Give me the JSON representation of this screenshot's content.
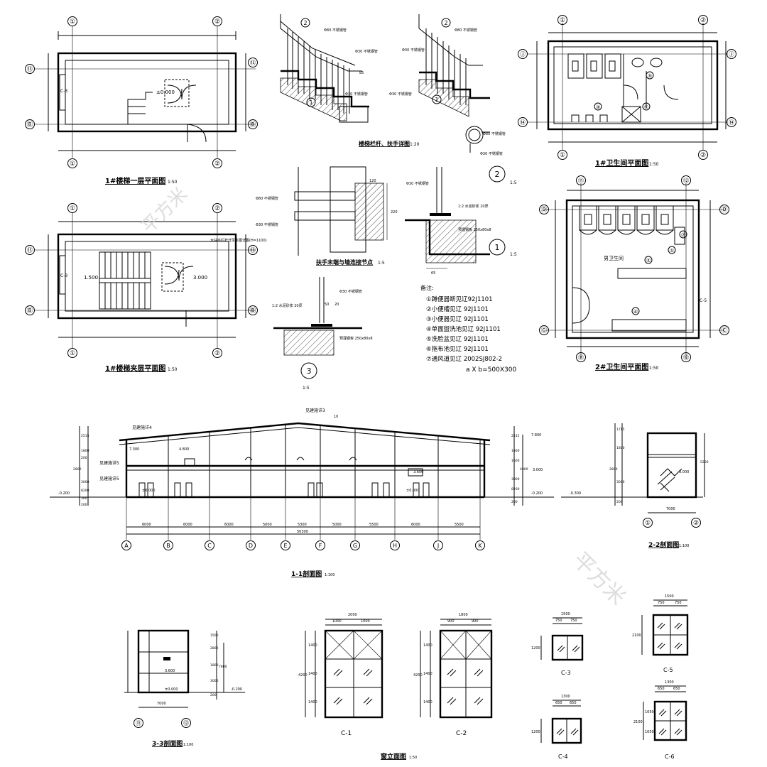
{
  "watermark": "平方米",
  "plans": {
    "stair_ground": {
      "title": "1#楼梯一层平面图",
      "scale": "1:50",
      "axis_top": [
        "①",
        "②"
      ],
      "axis_side": [
        "⑬",
        "Ⓑ"
      ],
      "level": "±0.000",
      "tag": "C-3"
    },
    "stair_mezz": {
      "title": "1#楼梯夹层平面图",
      "scale": "1:50",
      "axis_top": [
        "①",
        "②"
      ],
      "axis_side": [
        "⑬",
        "Ⓑ"
      ],
      "levels": [
        "1.500",
        "3.000"
      ],
      "note": "木扶手栏杆详见本图详图(H=1100)",
      "tag": "C-3"
    },
    "wc1": {
      "title": "1#卫生间平面图",
      "scale": "1:50",
      "axis_top": [
        "①",
        "②"
      ],
      "axis_side": [
        "Ⓙ",
        "⑭"
      ],
      "callouts": [
        "⑤",
        "③",
        "⑥"
      ]
    },
    "wc2": {
      "title": "2#卫生间平面图",
      "scale": "1:50",
      "axis_top": [
        "⑪",
        "⑫"
      ],
      "axis_side": [
        "Ⓓ",
        "Ⓒ"
      ],
      "room": "男卫生间",
      "callouts": [
        "①",
        "②",
        "④",
        "⑦"
      ],
      "tag": "C-5"
    }
  },
  "details": {
    "railing_title": "楼梯栏杆、扶手详图",
    "railing_scale": "1:20",
    "railing_labels": [
      "Φ80 不锈钢管",
      "Φ30 不锈钢管",
      "Φ30 不锈钢管",
      "Φ80 不锈钢管",
      "Φ30 不锈钢管",
      "Φ30 不锈钢管"
    ],
    "railing_mark": "85",
    "handrail_section_labels": [
      "Φ80 不锈钢管",
      "Φ30 不锈钢管"
    ],
    "callout2": "2",
    "callout2_scale": "1:5",
    "wall_node_title": "扶手末端与墙连接节点",
    "wall_node_scale": "1:5",
    "wall_node_labels": [
      "Φ80 不锈钢管",
      "Φ30 不锈钢管"
    ],
    "wall_node_dims": [
      "120",
      "220"
    ],
    "callout1": "1",
    "callout1_scale": "1:5",
    "callout1_labels": [
      "Φ30 不锈钢管",
      "1:2 水泥砂浆 20厚",
      "预埋钢板 250x80x8",
      "65"
    ],
    "callout3": "3",
    "callout3_scale": "1:5",
    "callout3_labels": [
      "Φ30 不锈钢管",
      "1:2 水泥砂浆 20厚",
      "50",
      "20",
      "预埋钢板 250x80x8"
    ]
  },
  "notes": {
    "heading": "备注:",
    "items": [
      "①蹲便器断见辽92J1101",
      "②小便槽见辽 92J1101",
      "③小便器见辽 92J1101",
      "④单面盥洗池见辽 92J1101",
      "⑤洗脸盆见辽 92J1101",
      "⑥拖布池见辽 92J1101",
      "⑦通风道见辽 2002SJ802-2"
    ],
    "last": "a X b=500X300"
  },
  "section11": {
    "title": "1-1剖面图",
    "scale": "1:100",
    "roof_note": "见建施详3",
    "roof_dim": "10",
    "left_notes": [
      "见建施详4",
      "见建施详5",
      "见建施详5"
    ],
    "levels": [
      "7.300",
      "4.800",
      "3.000",
      "3.600",
      "±0.000",
      "±0.000",
      "-0.200",
      "-0.200",
      "7.800"
    ],
    "left_dims": [
      "2515",
      "1800",
      "200",
      "2800",
      "3000",
      "8200",
      "300",
      "200"
    ],
    "right_dims": [
      "2515",
      "1800",
      "1600",
      "4800",
      "3000",
      "8200",
      "200"
    ],
    "bay_dims": [
      "6000",
      "6000",
      "6000",
      "5000",
      "5300",
      "5000",
      "5500",
      "6000",
      "5500"
    ],
    "total": "50300",
    "axes": [
      "A",
      "B",
      "C",
      "D",
      "E",
      "F",
      "G",
      "H",
      "J",
      "K"
    ]
  },
  "section22": {
    "title": "2-2剖面图",
    "scale": "1:100",
    "level": "-0.300",
    "level2": "3.000",
    "dims": [
      "1715",
      "1800",
      "2800",
      "3000",
      "200"
    ],
    "right_dim": "5200",
    "width": "7000",
    "axes": [
      "①",
      "②"
    ]
  },
  "section33": {
    "title": "3-3剖面图",
    "scale": "1:100",
    "levels": [
      "3.600",
      "±0.000",
      "-0.200"
    ],
    "dims": [
      "1500",
      "2800",
      "1800",
      "3000",
      "200"
    ],
    "right_dim": "7800",
    "width": "7000",
    "axes": [
      "⑪",
      "⑫"
    ]
  },
  "windows": {
    "title": "窗立面图",
    "scale": "1:50",
    "items": [
      {
        "name": "C-1",
        "top": "2000",
        "split": [
          "1000",
          "1000"
        ],
        "height": "4200",
        "rows": [
          "1400",
          "1400",
          "1400"
        ]
      },
      {
        "name": "C-2",
        "top": "1800",
        "split": [
          "900",
          "900"
        ],
        "height": "4200",
        "rows": [
          "1400",
          "1400",
          "1400"
        ]
      },
      {
        "name": "C-3",
        "top": "1500",
        "split": [
          "750",
          "750"
        ],
        "height": "1200"
      },
      {
        "name": "C-4",
        "top": "1300",
        "split": [
          "650",
          "650"
        ],
        "height": "1200"
      },
      {
        "name": "C-5",
        "top": "1500",
        "split": [
          "750",
          "750"
        ],
        "height": "2100"
      },
      {
        "name": "C-6",
        "top": "1300",
        "split": [
          "650",
          "650"
        ],
        "height": "2100",
        "rows": [
          "1050",
          "1050"
        ]
      }
    ]
  }
}
